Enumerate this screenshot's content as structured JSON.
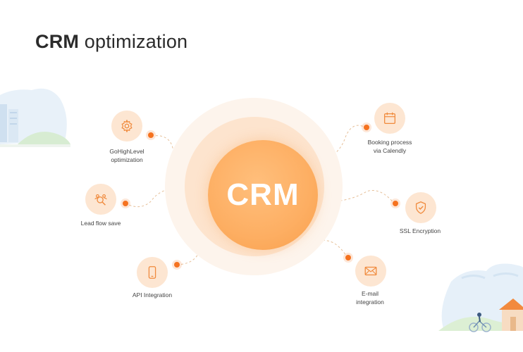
{
  "title": {
    "bold": "CRM",
    "rest": "optimization"
  },
  "center": {
    "label": "CRM"
  },
  "features": {
    "gohighlevel": {
      "line1": "GoHighLevel",
      "line2": "optimization",
      "icon": "gear-icon"
    },
    "leadflow": {
      "line1": "Lead flow save",
      "icon": "lead-search-icon"
    },
    "api": {
      "line1": "API Integration",
      "icon": "smartphone-icon"
    },
    "booking": {
      "line1": "Booking process",
      "line2": "via Calendly",
      "icon": "calendar-icon"
    },
    "ssl": {
      "line1": "SSL Encryption",
      "icon": "shield-check-icon"
    },
    "email": {
      "line1": "E-mail",
      "line2": "integration",
      "icon": "envelope-icon"
    }
  },
  "colors": {
    "accent": "#f5721f",
    "core": "#fdae62",
    "node_bg": "#fde6d2",
    "ring_outer": "#fdf4ec",
    "ring_inner": "#fde4ce"
  }
}
